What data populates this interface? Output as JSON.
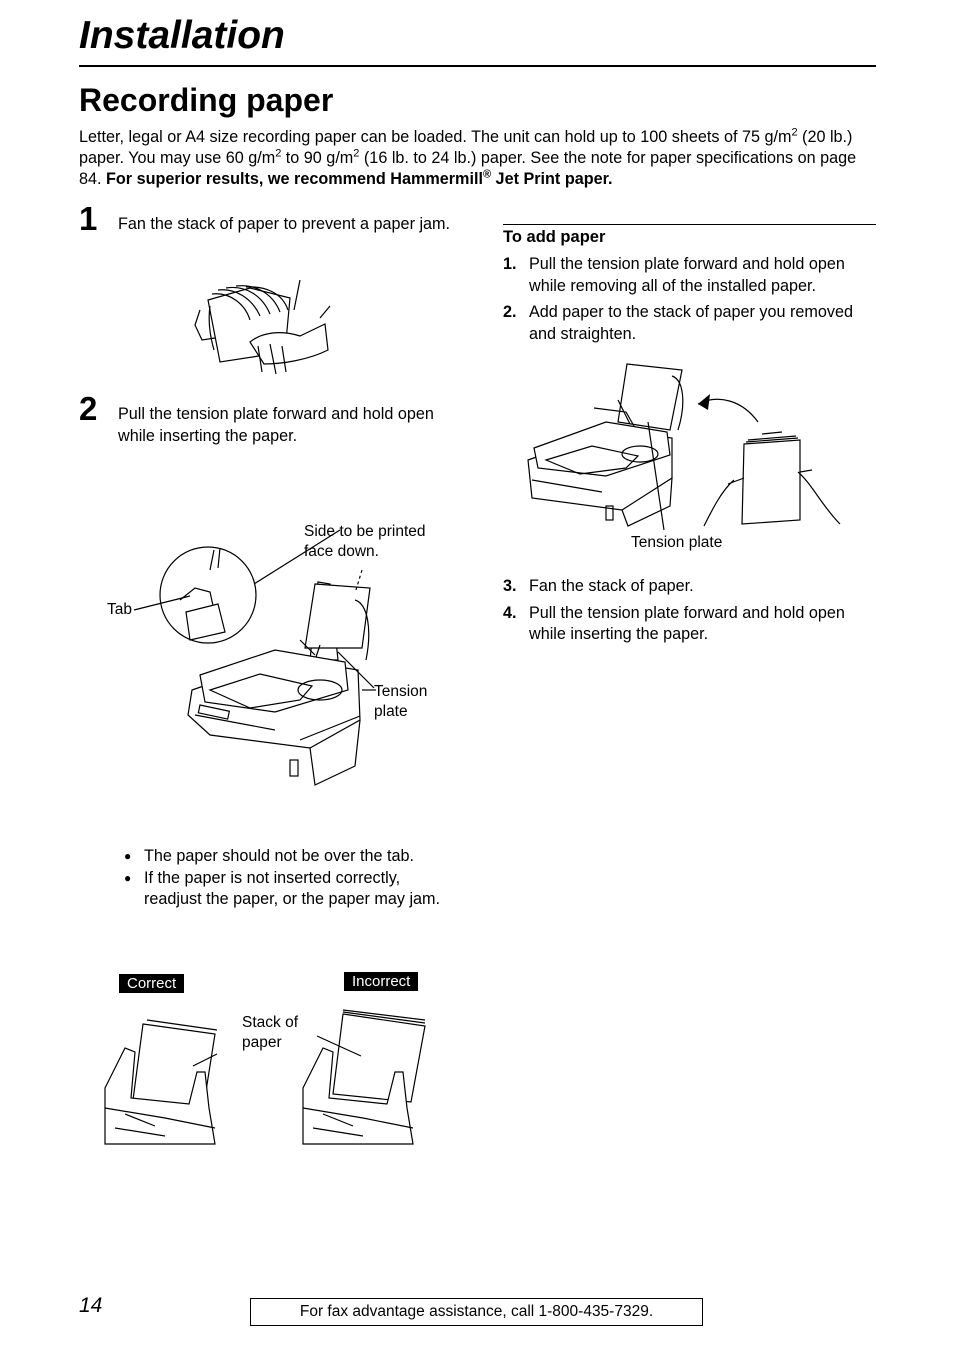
{
  "header": {
    "section": "Installation",
    "title": "Recording paper"
  },
  "intro": {
    "part1": "Letter, legal or A4 size recording paper can be loaded. The unit can hold up to 100 sheets of 75 g/m",
    "sup1": "2",
    "part2": " (20 lb.) paper. You may use 60 g/m",
    "sup2": "2",
    "part3": " to 90 g/m",
    "sup3": "2",
    "part4": " (16 lb. to 24 lb.) paper. See the note for paper specifications on page 84. ",
    "bold1": "For superior results, we recommend Hammermill",
    "reg": "®",
    "bold2": " Jet Print paper."
  },
  "steps": [
    {
      "num": "1",
      "text": "Fan the stack of paper to prevent a paper jam."
    },
    {
      "num": "2",
      "text": "Pull the tension plate forward and hold open while inserting the paper."
    }
  ],
  "figure2": {
    "label_side": "Side to be printed face down.",
    "label_tab": "Tab",
    "label_tension": "Tension plate"
  },
  "notes": [
    "The paper should not be over the tab.",
    "If the paper is not inserted correctly, readjust the paper, or the paper may jam."
  ],
  "compare": {
    "correct": "Correct",
    "incorrect": "Incorrect",
    "stack_label": "Stack of paper"
  },
  "add_paper": {
    "heading": "To add paper",
    "items_a": [
      {
        "n": "1.",
        "text": "Pull the tension plate forward and hold open while removing all of the installed paper."
      },
      {
        "n": "2.",
        "text": "Add paper to the stack of paper you removed and straighten."
      }
    ],
    "figure_label": "Tension plate",
    "items_b": [
      {
        "n": "3.",
        "text": "Fan the stack of paper."
      },
      {
        "n": "4.",
        "text": "Pull the tension plate forward and hold open while inserting the paper."
      }
    ]
  },
  "footer": {
    "page": "14",
    "assistance": "For fax advantage assistance, call 1-800-435-7329."
  }
}
